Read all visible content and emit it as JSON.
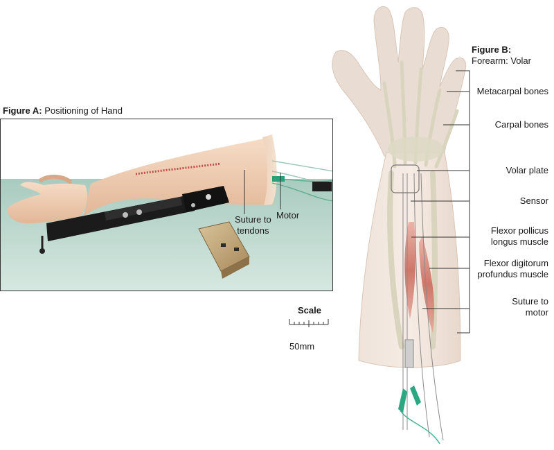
{
  "figure_a": {
    "title_bold": "Figure A:",
    "title_rest": " Positioning of Hand",
    "labels": {
      "motor": "Motor",
      "suture_line1": "Suture to",
      "suture_line2": "tendons"
    }
  },
  "figure_b": {
    "title_line1": "Figure B:",
    "title_line2": "Forearm: Volar",
    "labels": {
      "metacarpal": "Metacarpal bones",
      "carpal": "Carpal bones",
      "volar_plate": "Volar plate",
      "sensor": "Sensor",
      "fpl_line1": "Flexor pollicus",
      "fpl_line2": "longus muscle",
      "fdp_line1": "Flexor digitorum",
      "fdp_line2": "profundus muscle",
      "suture_motor_line1": "Suture to",
      "suture_motor_line2": "motor"
    }
  },
  "scale": {
    "title": "Scale",
    "value": "50mm"
  }
}
